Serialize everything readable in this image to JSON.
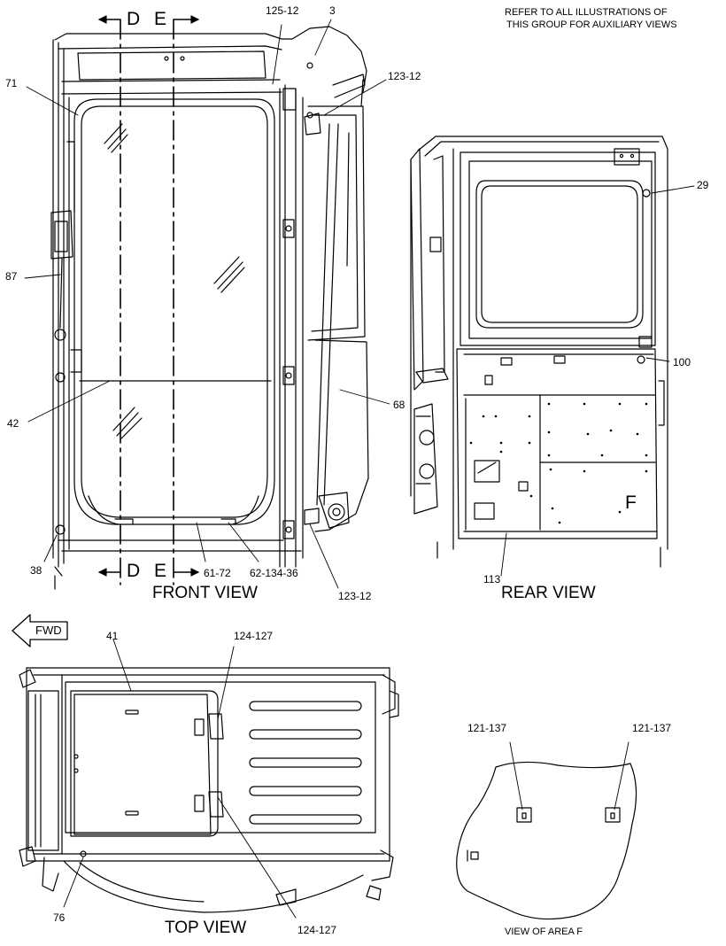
{
  "note": {
    "line1": "REFER TO ALL ILLUSTRATIONS OF",
    "line2": "THIS GROUP FOR AUXILIARY VIEWS"
  },
  "views": {
    "front": "FRONT VIEW",
    "rear": "REAR VIEW",
    "top": "TOP VIEW",
    "area_f": "VIEW OF AREA F"
  },
  "section_marks": {
    "d_top": "D",
    "e_top": "E",
    "d_bottom": "D",
    "e_bottom": "E",
    "area": "F"
  },
  "direction": {
    "fwd": "FWD"
  },
  "callouts": {
    "c125_12": "125-12",
    "c3": "3",
    "c71": "71",
    "c123_12_top": "123-12",
    "c87": "87",
    "c42": "42",
    "c68": "68",
    "c38": "38",
    "c61_72": "61-72",
    "c62_134_36": "62-134-36",
    "c123_12_bottom": "123-12",
    "c29": "29",
    "c100": "100",
    "c113": "113",
    "c41": "41",
    "c124_127_top": "124-127",
    "c124_127_bottom": "124-127",
    "c76": "76",
    "c121_137_left": "121-137",
    "c121_137_right": "121-137"
  }
}
